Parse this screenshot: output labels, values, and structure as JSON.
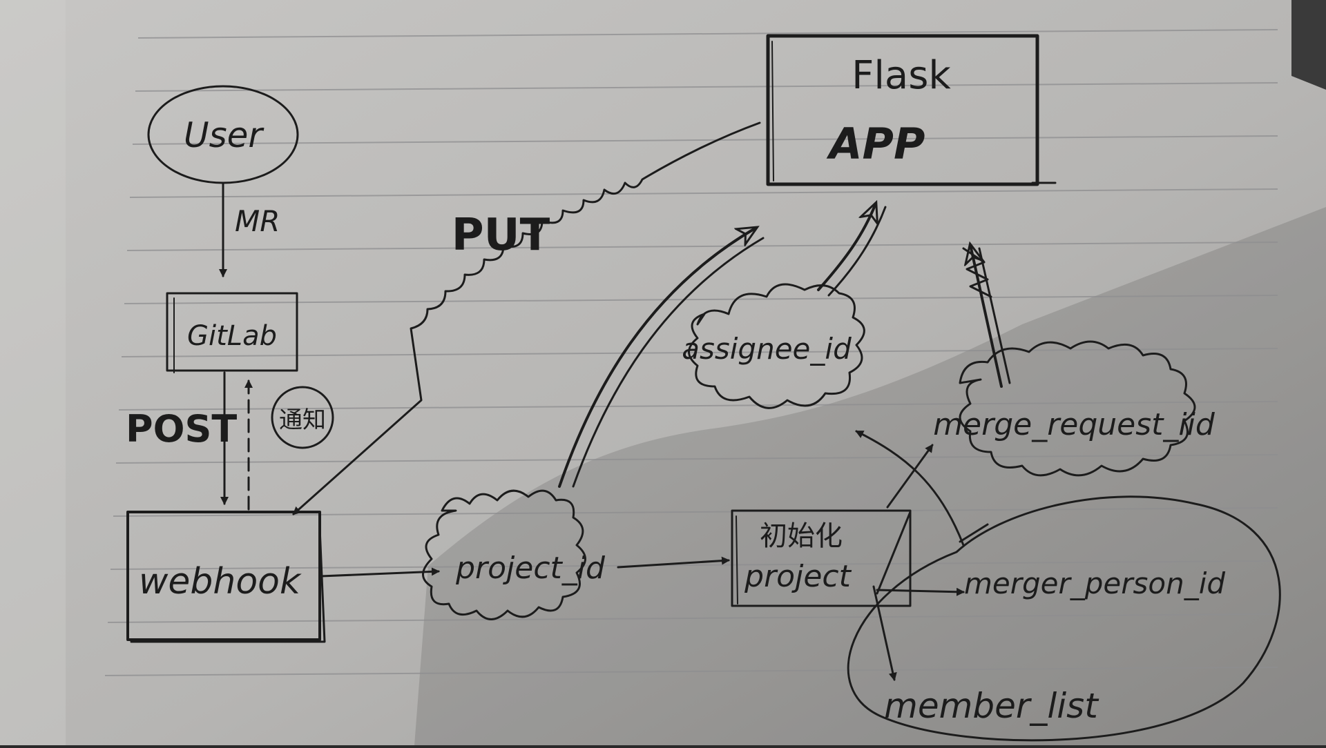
{
  "nodes": {
    "user": "User",
    "gitlab": "GitLab",
    "webhook": "webhook",
    "flask_line1": "Flask",
    "flask_line2": "APP",
    "project_id": "project_id",
    "project_box_line1": "初始化",
    "project_box_line2": "project",
    "assignee_id": "assignee_id",
    "merge_request_iid": "merge_request_iid",
    "merger_person_id": "merger_person_id",
    "member_list": "member_list"
  },
  "edge_labels": {
    "mr": "MR",
    "post": "POST",
    "put": "PUT",
    "notify": "通知"
  },
  "colors": {
    "paper": "#b9b8b6",
    "ink": "#1c1c1c",
    "rule_line": "#8e8e90",
    "shadow": "#6f6f6f"
  }
}
